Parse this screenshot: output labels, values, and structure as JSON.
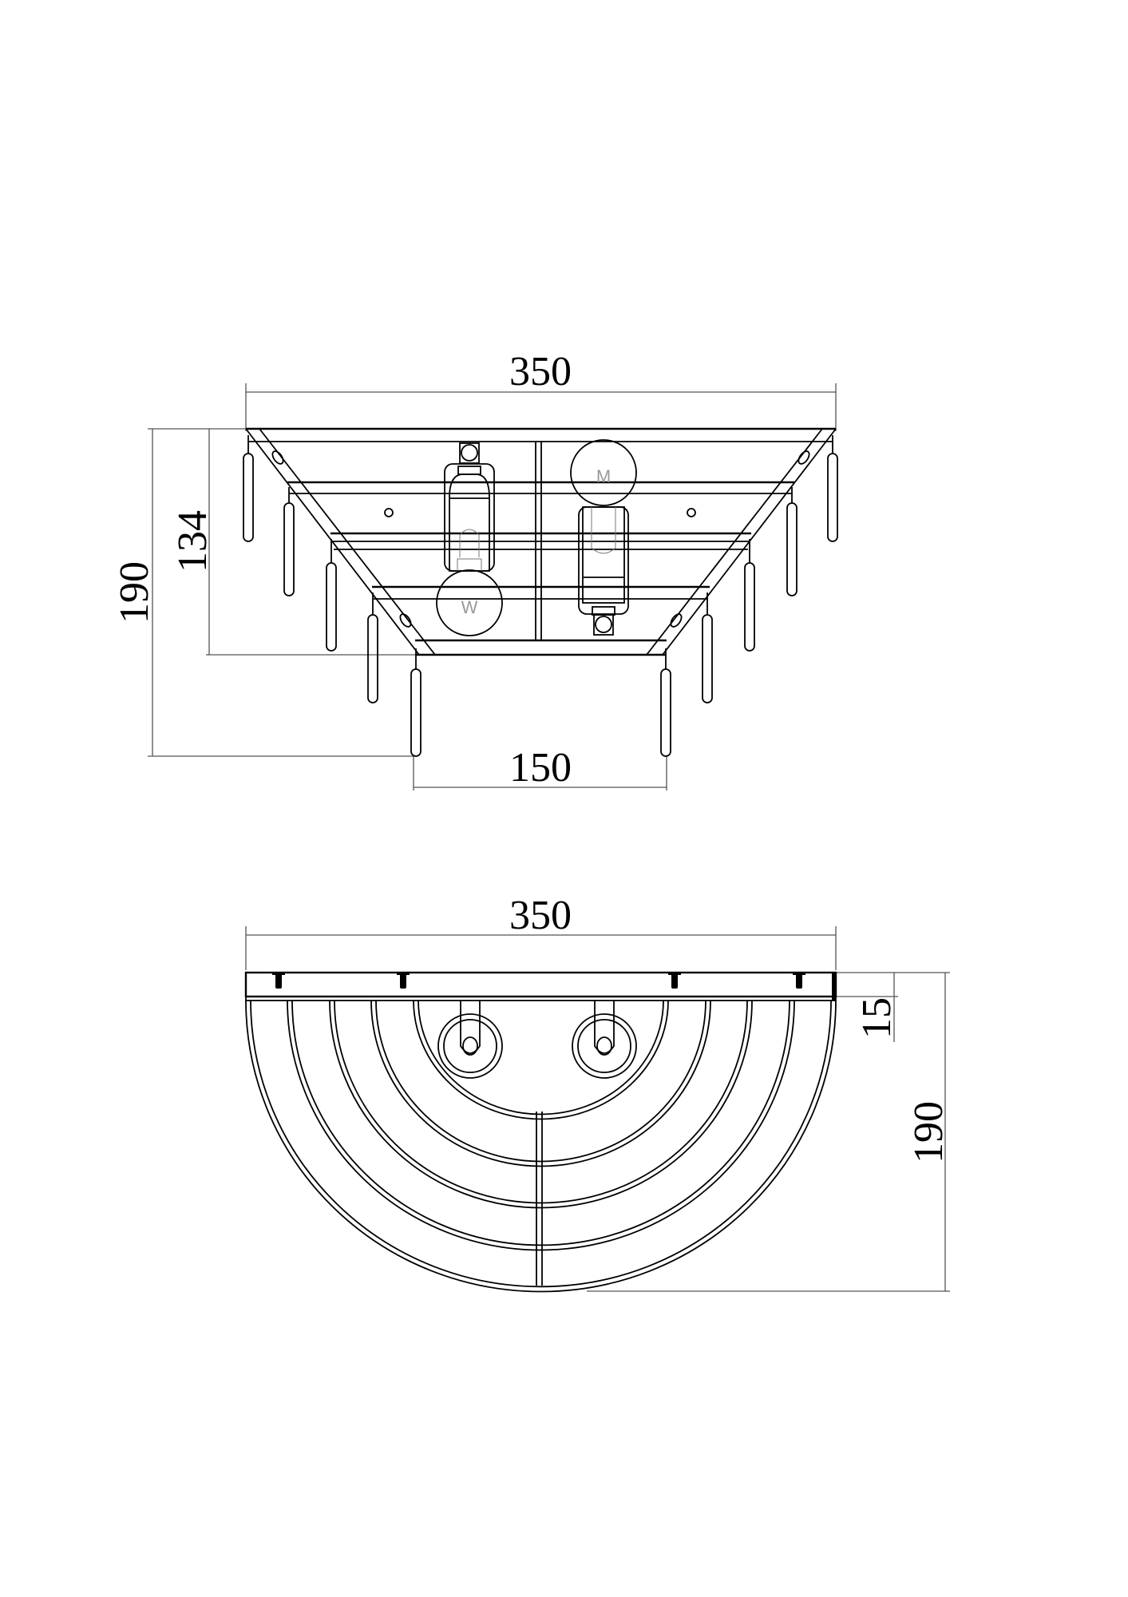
{
  "drawing": {
    "type": "technical-dimension-drawing",
    "subject": "wall lamp with tiered frame, two bulbs and pendant crystal rods",
    "units": "mm",
    "line_color": "#000000",
    "background": "#ffffff"
  },
  "front_view": {
    "width_label": "350",
    "total_height_label": "190",
    "frame_height_label": "134",
    "bottom_width_label": "150",
    "bulb_count": 2,
    "bulb_marks": [
      "M",
      "W"
    ],
    "tiers": 4
  },
  "top_view": {
    "width_label": "350",
    "plate_thickness_label": "15",
    "depth_label": "190",
    "screw_count": 4,
    "arc_count": 5,
    "socket_count": 2
  }
}
